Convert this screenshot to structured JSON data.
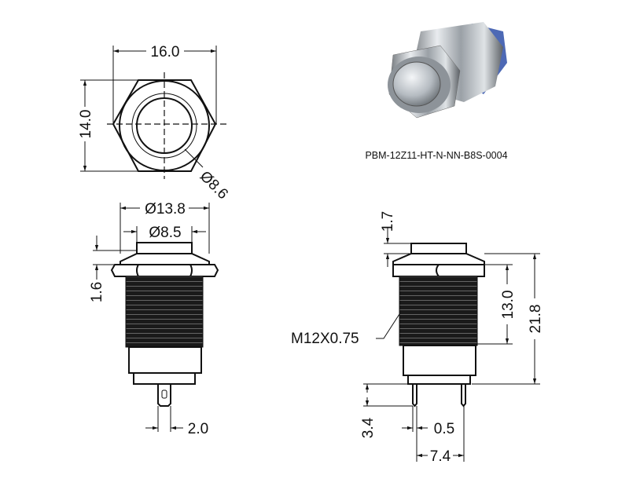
{
  "part_number": "PBM-12Z11-HT-N-NN-B8S-0004",
  "top_view": {
    "width_label": "16.0",
    "height_label": "14.0",
    "button_dia_label": "Ø8.6"
  },
  "side_view_left": {
    "bezel_dia_label": "Ø13.8",
    "cap_dia_label": "Ø8.5",
    "bezel_height_label": "1.6",
    "pin_width_label": "2.0"
  },
  "side_view_right": {
    "cap_height_label": "1.7",
    "thread_length_label": "13.0",
    "total_length_label": "21.8",
    "thread_label": "M12X0.75",
    "pin_length_label": "3.4",
    "pin_thickness_label": "0.5",
    "pin_spacing_label": "7.4"
  },
  "colors": {
    "line": "#111111",
    "thread": "#1a1a1a",
    "background": "#ffffff"
  }
}
